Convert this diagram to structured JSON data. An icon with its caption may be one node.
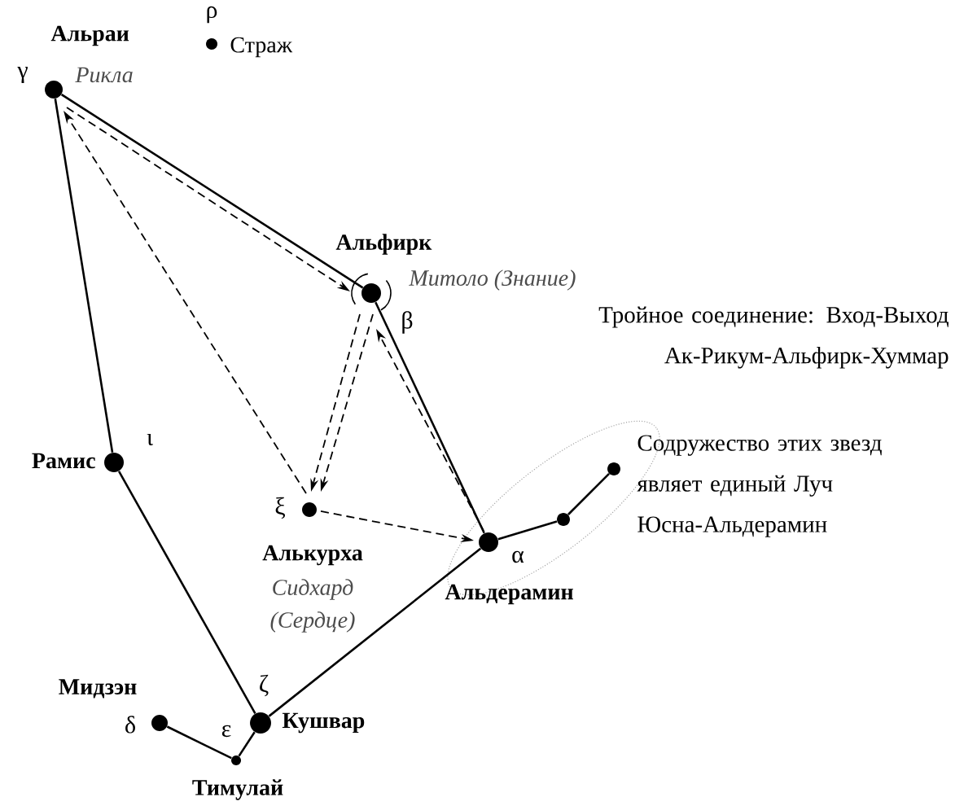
{
  "diagram": {
    "nodes": [
      {
        "text": [
          "Альраи",
          "Рикла"
        ],
        "beside": [
          "γ"
        ]
      },
      {
        "text": [
          "Страж"
        ],
        "beside": [
          "ρ"
        ]
      },
      {
        "text": [
          "Альфирк",
          "Митоло (Знание)"
        ],
        "beside": [
          "β"
        ]
      },
      {
        "text": [
          "Рамис"
        ],
        "beside": [
          "ι"
        ]
      },
      {
        "text": [
          "Алькурха",
          "Сидхард (Сердце)"
        ],
        "beside": [
          "ξ"
        ]
      },
      {
        "text": [
          "Альдерамин"
        ],
        "beside": [
          "α"
        ]
      },
      {
        "text": [],
        "shape": "circle"
      },
      {
        "text": [],
        "shape": "circle"
      },
      {
        "text": [
          "Мидзэн"
        ],
        "beside": [
          "δ"
        ]
      },
      {
        "text": [
          "Кушвар"
        ],
        "beside": [
          "ζ",
          "ε"
        ]
      },
      {
        "text": [
          "Тимулай"
        ]
      }
    ],
    "edges": [
      {
        "from": 0,
        "to": 3,
        "arrow": "none"
      },
      {
        "from": 3,
        "to": 9,
        "arrow": "none"
      },
      {
        "from": 9,
        "to": 5,
        "arrow": "none"
      },
      {
        "from": 5,
        "to": 2,
        "arrow": "none"
      },
      {
        "from": 2,
        "to": 0,
        "arrow": "none"
      },
      {
        "from": 5,
        "to": 6,
        "arrow": "none"
      },
      {
        "from": 6,
        "to": 7,
        "arrow": "none"
      },
      {
        "from": 8,
        "to": 10,
        "arrow": "none"
      },
      {
        "from": 10,
        "to": 9,
        "arrow": "none"
      },
      {
        "from": 0,
        "to": 2,
        "arrow": "to",
        "style": "dashed"
      },
      {
        "from": 4,
        "to": 0,
        "arrow": "to",
        "style": "dashed"
      },
      {
        "from": 2,
        "to": 4,
        "arrow": "to",
        "style": "dashed"
      },
      {
        "from": 2,
        "to": 4,
        "arrow": "to",
        "style": "dashed"
      },
      {
        "from": 5,
        "to": 2,
        "arrow": "to",
        "style": "dashed"
      },
      {
        "from": 4,
        "to": 5,
        "arrow": "to",
        "style": "dashed"
      }
    ],
    "labels": [
      "Тройное соединение: Вход-Выход Ак-Рикум-Альфирк-Хуммар",
      "Содружество этих звезд являет единый Луч Юсна-Альдерамин"
    ]
  }
}
